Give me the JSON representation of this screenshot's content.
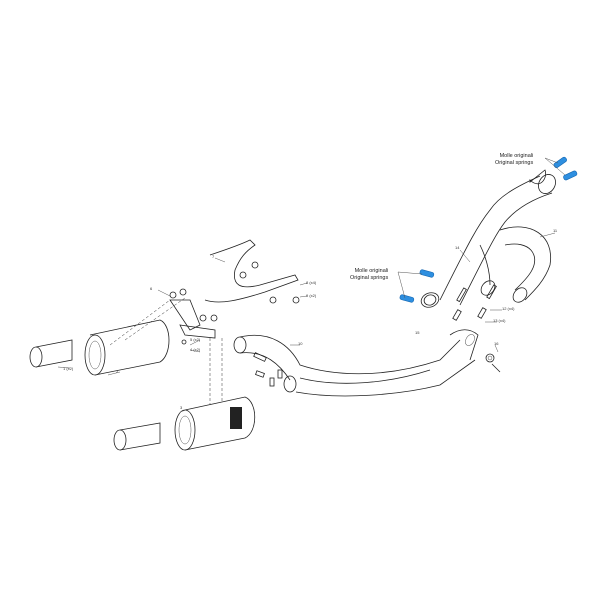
{
  "diagram": {
    "notes": {
      "springs_top": {
        "line1": "Molle originali",
        "line2": "Original springs"
      },
      "springs_mid": {
        "line1": "Molle originali",
        "line2": "Original springs"
      }
    },
    "part_labels": [
      "1 (x2)",
      "2",
      "3",
      "4 (x2)",
      "5 (x2)",
      "6",
      "7",
      "8 (x4)",
      "9 (x2)",
      "10",
      "11",
      "12 (x4)",
      "13 (x4)",
      "14",
      "15",
      "16"
    ],
    "colors": {
      "springs": "#2e8fe0",
      "lines": "#222222"
    }
  }
}
